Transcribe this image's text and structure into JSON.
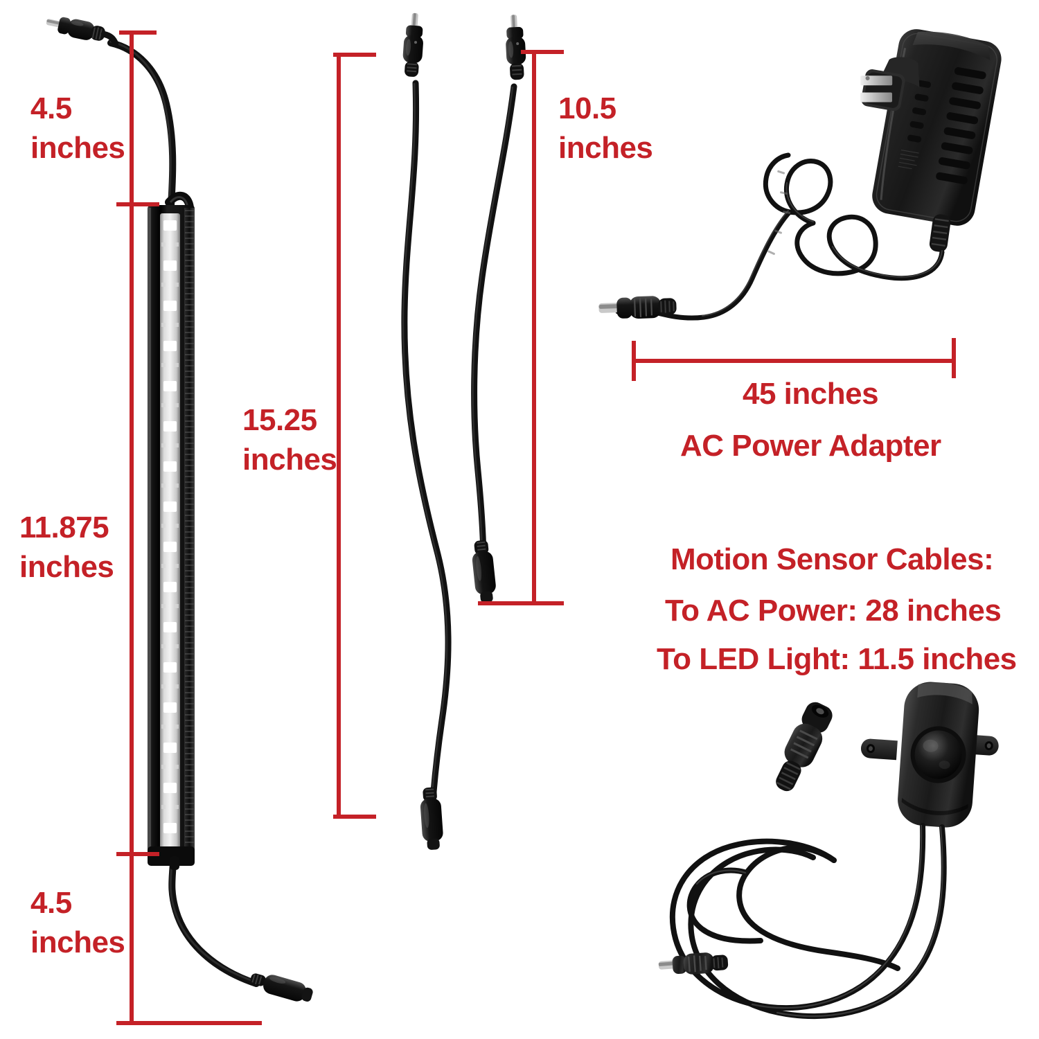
{
  "page": {
    "background": "#ffffff",
    "accent_red": "#C42127",
    "product_black": "#1a1a1a"
  },
  "annotations": {
    "led_top_lead": {
      "value": "4.5",
      "unit": "inches",
      "text": "4.5\ninches"
    },
    "led_body": {
      "value": "11.875",
      "unit": "inches",
      "text": "11.875\ninches"
    },
    "led_bottom_lead": {
      "value": "4.5",
      "unit": "inches",
      "text": "4.5\ninches"
    },
    "extension_long": {
      "value": "15.25",
      "unit": "inches",
      "text": "15.25\ninches"
    },
    "extension_short": {
      "value": "10.5",
      "unit": "inches",
      "text": "10.5\ninches"
    },
    "ac_adapter_cable": {
      "value": "45",
      "unit": "inches",
      "text": "45 inches"
    }
  },
  "captions": {
    "ac_power_adapter": "AC Power Adapter",
    "motion_sensor_title": "Motion Sensor Cables:",
    "motion_sensor_to_ac": "To AC Power: 28 inches",
    "motion_sensor_to_led": "To LED Light: 11.5 inches"
  },
  "parts": {
    "led_light_bar": "led-light-bar",
    "extension_cable_long": "extension-cable-15-25",
    "extension_cable_short": "extension-cable-10-5",
    "ac_power_adapter": "ac-power-adapter",
    "motion_sensor": "motion-sensor-module"
  }
}
